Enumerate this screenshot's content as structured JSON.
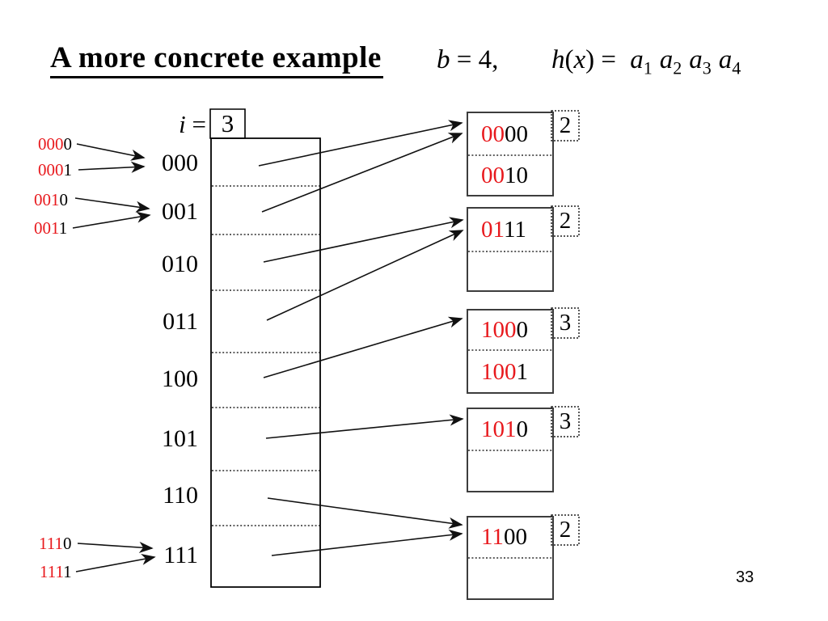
{
  "slide": {
    "title": "A more concrete example",
    "b_var": "b",
    "b_rest": " = 4,",
    "formula": {
      "h": "h",
      "open": "(",
      "x": "x",
      "close": ") = ",
      "terms": [
        {
          "base": "a",
          "sub": "1"
        },
        {
          "base": "a",
          "sub": "2"
        },
        {
          "base": "a",
          "sub": "3"
        },
        {
          "base": "a",
          "sub": "4"
        }
      ]
    },
    "page_number": "33"
  },
  "directory": {
    "i_var": "i",
    "i_eq": " =",
    "i_value": "3",
    "entries": [
      "000",
      "001",
      "010",
      "011",
      "100",
      "101",
      "110",
      "111"
    ]
  },
  "incoming_keys": [
    {
      "red": "000",
      "black": "0"
    },
    {
      "red": "000",
      "black": "1"
    },
    {
      "red": "001",
      "black": "0"
    },
    {
      "red": "001",
      "black": "1"
    },
    {
      "red": "111",
      "black": "0"
    },
    {
      "red": "111",
      "black": "1"
    }
  ],
  "buckets": [
    {
      "depth": "2",
      "rows": [
        {
          "red": "00",
          "black": "00"
        },
        {
          "red": "00",
          "black": "10"
        }
      ]
    },
    {
      "depth": "2",
      "rows": [
        {
          "red": "01",
          "black": "11"
        }
      ]
    },
    {
      "depth": "3",
      "rows": [
        {
          "red": "100",
          "black": "0"
        },
        {
          "red": "100",
          "black": "1"
        }
      ]
    },
    {
      "depth": "3",
      "rows": [
        {
          "red": "101",
          "black": "0"
        }
      ]
    },
    {
      "depth": "2",
      "rows": [
        {
          "red": "11",
          "black": "00"
        }
      ]
    }
  ],
  "colors": {
    "red": "#e8191d",
    "bucket_border": "#3d3d3d",
    "ink": "#000000"
  }
}
